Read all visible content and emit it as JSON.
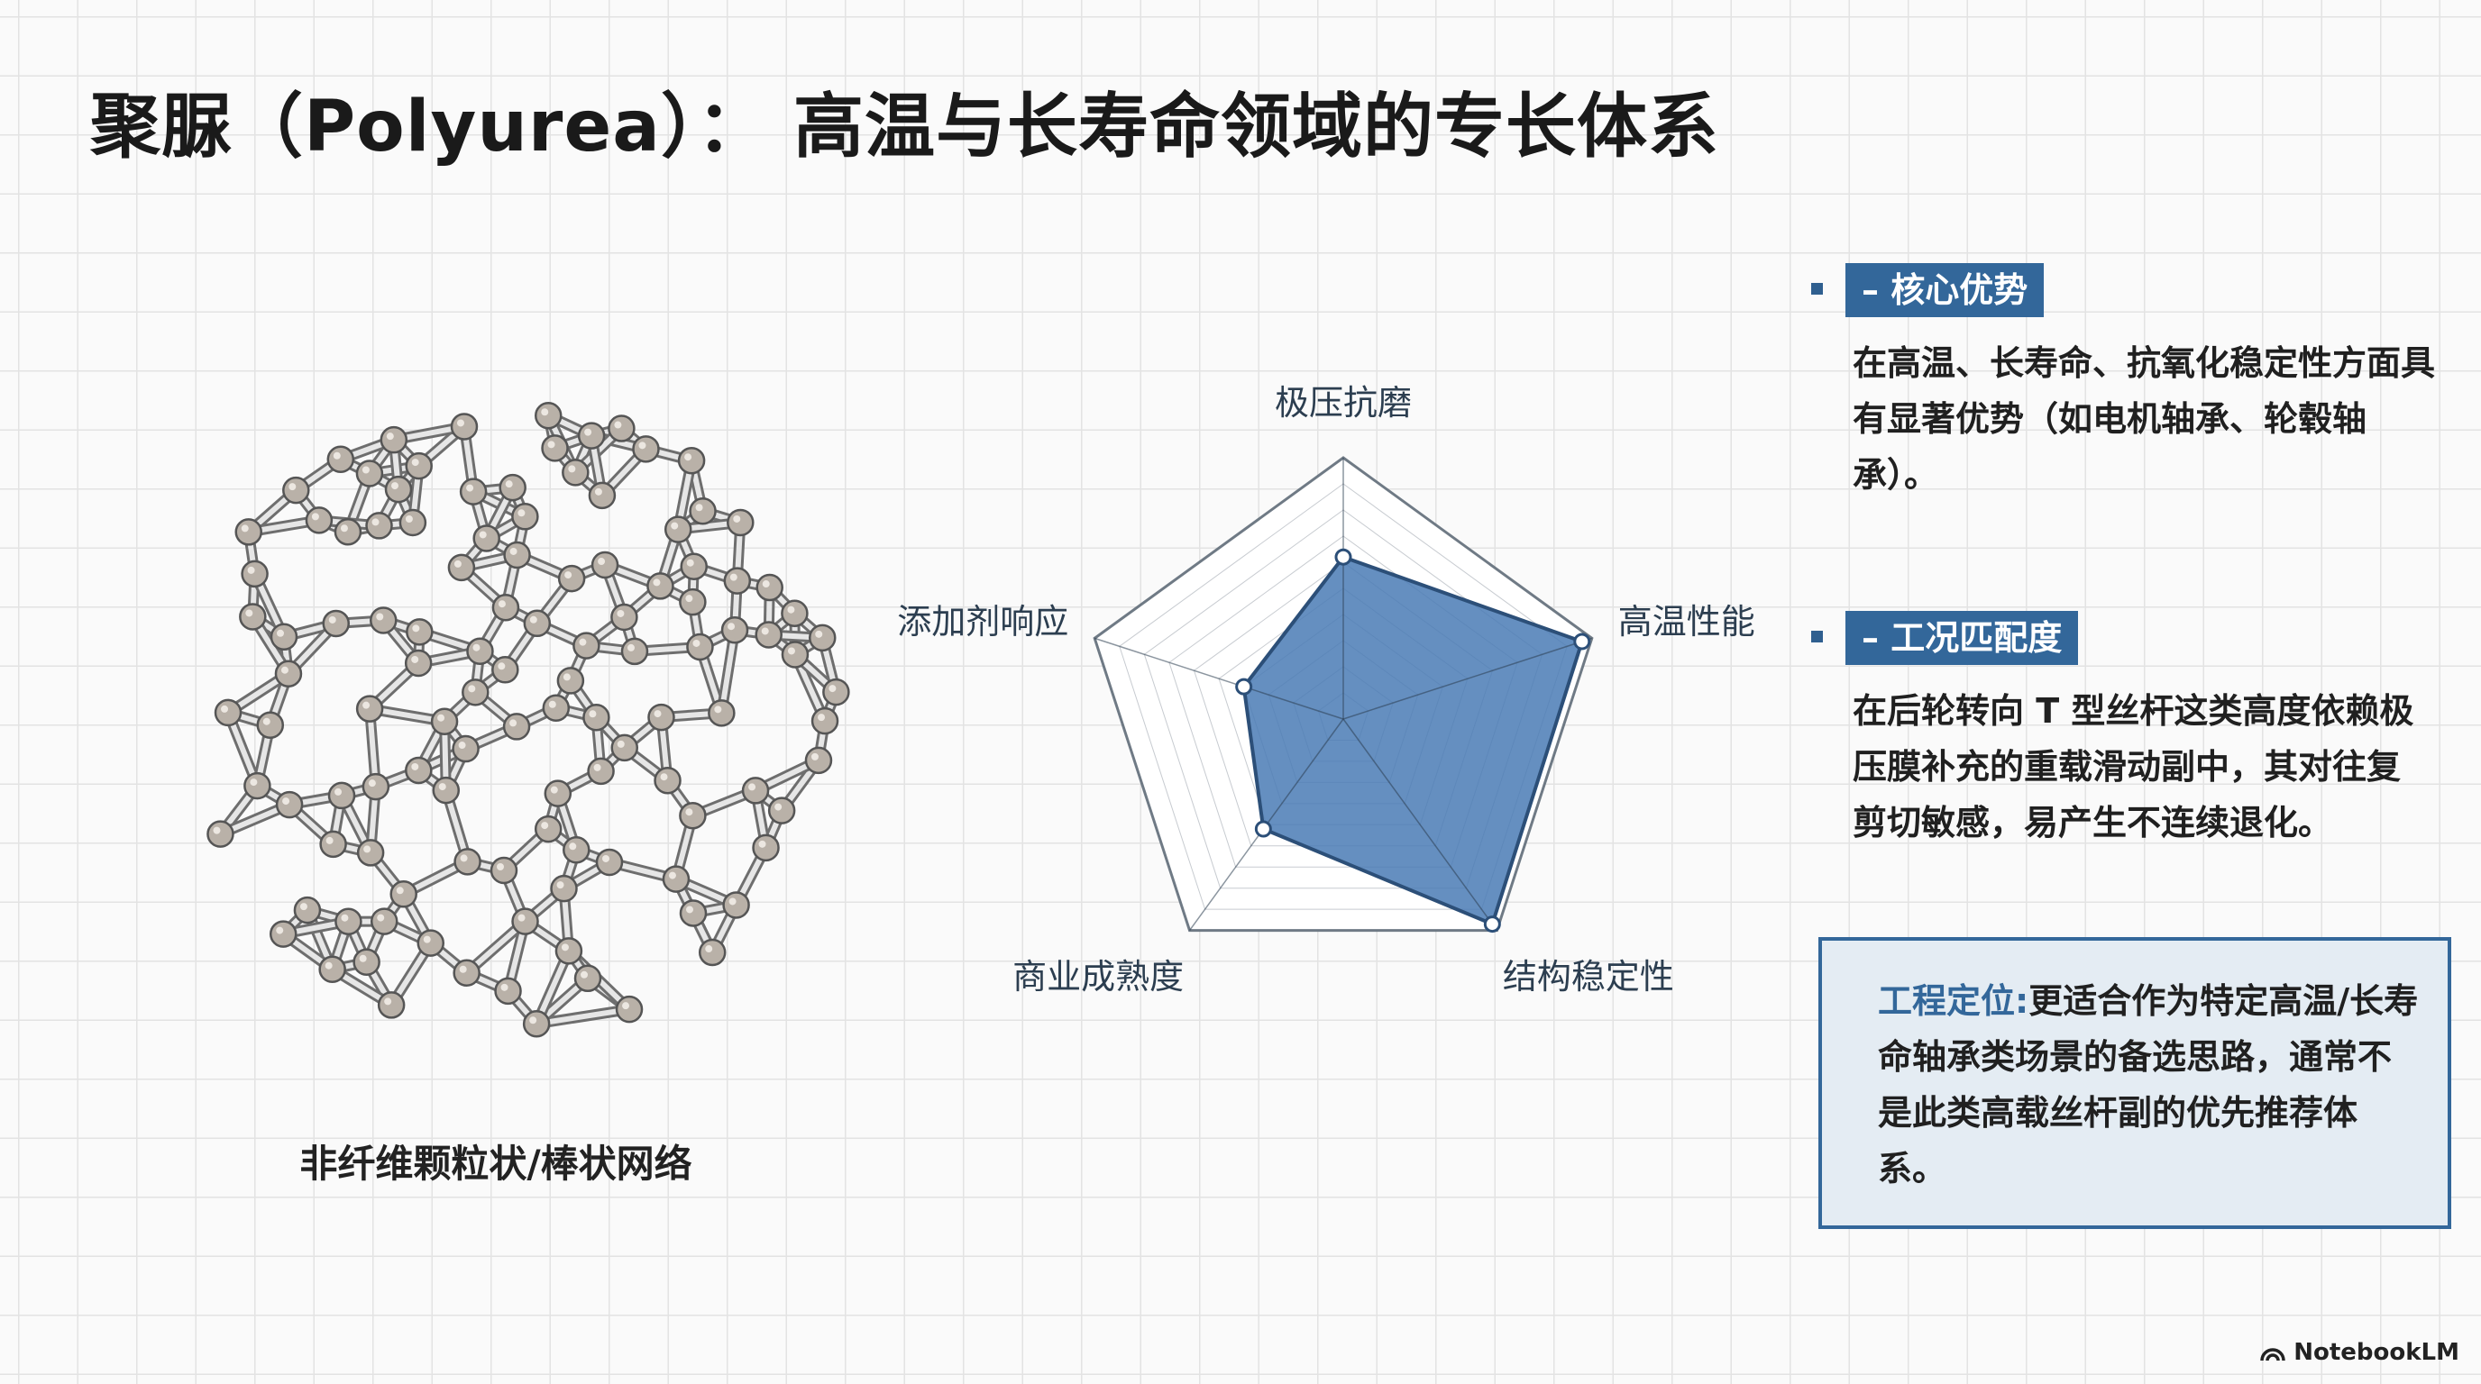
{
  "title": "聚脲（Polyurea）： 高温与长寿命领域的专长体系",
  "network": {
    "caption": "非纤维颗粒状/棒状网络"
  },
  "chart_data": {
    "type": "radar",
    "axes": [
      "极压抗磨",
      "高温性能",
      "结构稳定性",
      "商业成熟度",
      "添加剂响应"
    ],
    "values": [
      0.62,
      0.96,
      0.97,
      0.52,
      0.4
    ],
    "range": [
      0,
      1
    ],
    "colors": {
      "fill": "#4a7bb5",
      "stroke": "#2c4f78",
      "grid": "#5f6b78"
    }
  },
  "sections": [
    {
      "tag": "– 核心优势",
      "body": "在高温、长寿命、抗氧化稳定性方面具有显著优势（如电机轴承、轮毂轴承）。"
    },
    {
      "tag": "– 工况匹配度",
      "body": "在后轮转向 T 型丝杆这类高度依赖极压膜补充的重载滑动副中，其对往复剪切敏感，易产生不连续退化。"
    }
  ],
  "callout": {
    "lead": "工程定位:",
    "body": "更适合作为特定高温/长寿命轴承类场景的备选思路，通常不是此类高载丝杆副的优先推荐体系。"
  },
  "brand": {
    "name": "NotebookLM",
    "icon": "notebooklm-logo-icon"
  }
}
